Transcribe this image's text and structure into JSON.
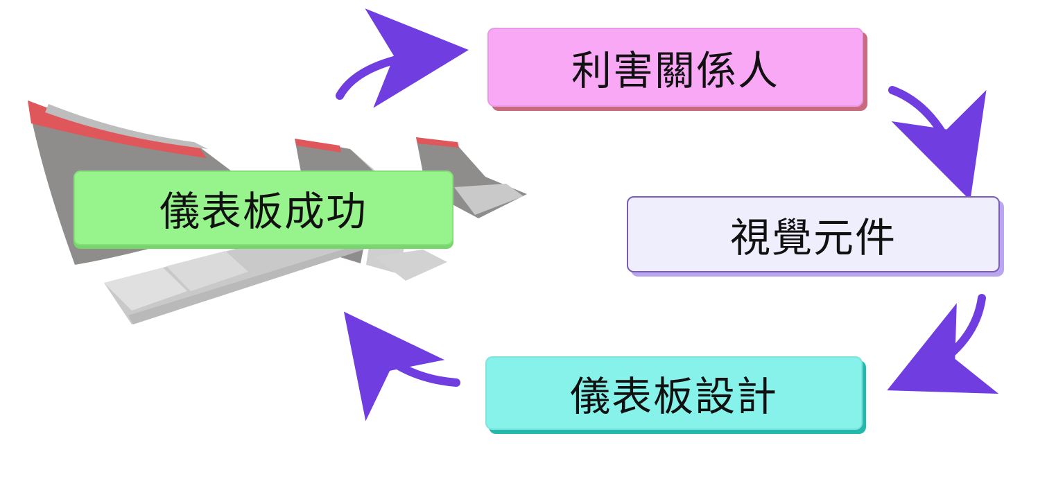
{
  "nodes": {
    "stakeholders": "利害關係人",
    "visual_components": "視覺元件",
    "dashboard_design": "儀表板設計",
    "dashboard_success": "儀表板成功"
  },
  "colors": {
    "stakeholders_fill": "#f9a8f6",
    "visual_components_fill": "#efeefc",
    "dashboard_design_fill": "#86f2ea",
    "dashboard_success_fill": "#97f48c",
    "arrow": "#6f3de0",
    "accent_red": "#e0575b",
    "dashboard_gray": "#8f8c8c"
  },
  "icons": [
    "cycle-arrow-icon",
    "dashboard-illustration-icon"
  ]
}
